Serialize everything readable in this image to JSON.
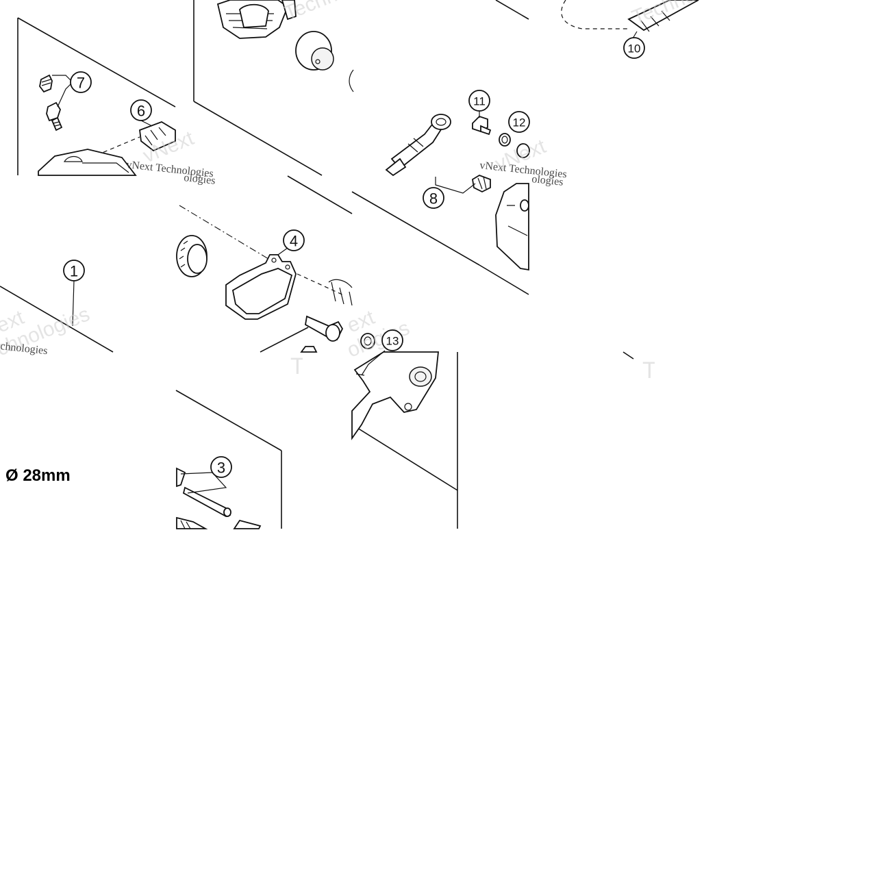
{
  "diagram": {
    "part_callouts": [
      {
        "id": "1",
        "label": "1"
      },
      {
        "id": "3",
        "label": "3"
      },
      {
        "id": "4",
        "label": "4"
      },
      {
        "id": "6",
        "label": "6"
      },
      {
        "id": "7",
        "label": "7"
      },
      {
        "id": "8",
        "label": "8"
      },
      {
        "id": "10",
        "label": "10"
      },
      {
        "id": "11",
        "label": "11"
      },
      {
        "id": "12",
        "label": "12"
      },
      {
        "id": "13",
        "label": "13"
      }
    ],
    "dimension_label": "Ø 28mm",
    "watermark": {
      "brand": "vNext Technologies",
      "word_technologies": "Technologies",
      "word_vnext": "vNext",
      "fragment_tech": "Techno",
      "fragment_ies": "ologies",
      "fragment_ext": "ext",
      "fragment_chn": "chnologies"
    }
  }
}
